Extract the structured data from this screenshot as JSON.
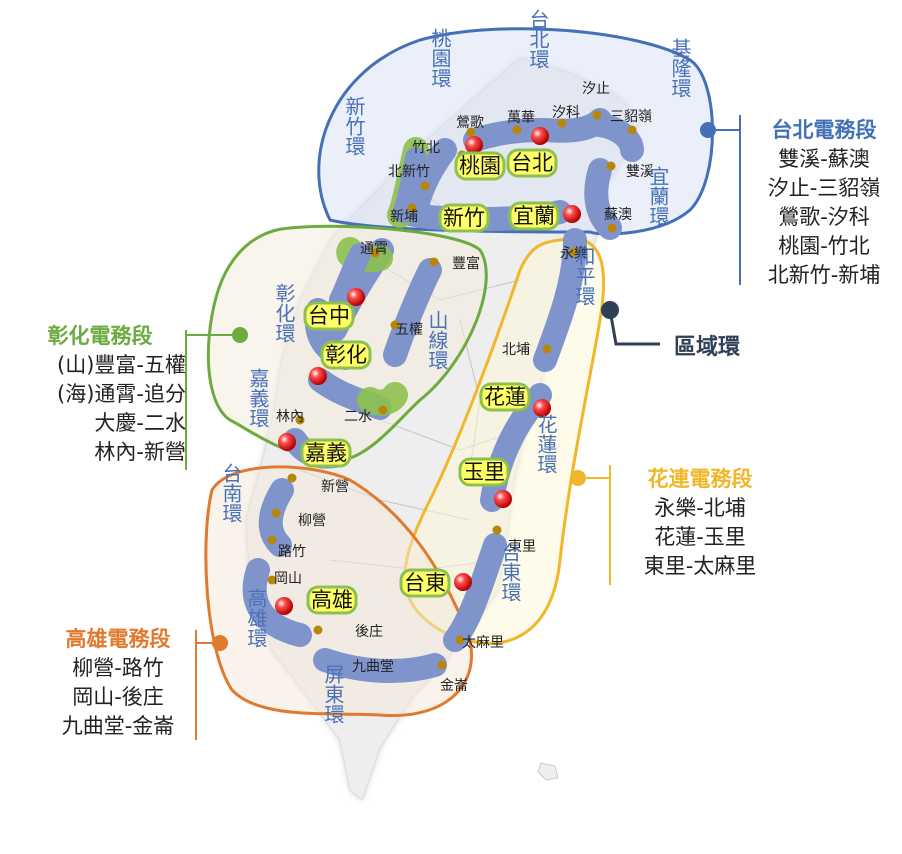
{
  "colors": {
    "taipei": "#4470b6",
    "changhua": "#6daa3f",
    "hualien": "#f0b72a",
    "kaohsiung": "#e07a2e",
    "ring": "#8094cc",
    "ring_green": "#8ec04f",
    "dot": "#b8860b",
    "station_pin": "#d8111c",
    "label_ring": "#4a72b8",
    "legend_pointer": "#2f3f55"
  },
  "legend_pointer_label": "區域環",
  "districts": {
    "taipei": {
      "title": "台北電務段",
      "lines": [
        "雙溪-蘇澳",
        "汐止-三貂嶺",
        "鶯歌-汐科",
        "桃園-竹北",
        "北新竹-新埔"
      ]
    },
    "changhua": {
      "title": "彰化電務段",
      "lines": [
        "(山)豐富-五權",
        "(海)通霄-追分",
        "大慶-二水",
        "林內-新營"
      ]
    },
    "hualien": {
      "title": "花連電務段",
      "lines": [
        "永樂-北埔",
        "花蓮-玉里",
        "東里-太麻里"
      ]
    },
    "kaohsiung": {
      "title": "高雄電務段",
      "lines": [
        "柳營-路竹",
        "岡山-後庄",
        "九曲堂-金崙"
      ]
    }
  },
  "rings": {
    "taipei": "台北環",
    "taoyuan": "桃園環",
    "hsinchu": "新竹環",
    "keelung": "基隆環",
    "yilan": "宜蘭環",
    "heping": "和平環",
    "changhua": "彰化環",
    "shanxian": "山線環",
    "chiayi": "嘉義環",
    "hualien": "花蓮環",
    "tainan": "台南環",
    "taitung": "台東環",
    "kaohsiung": "高雄環",
    "pingtung": "屏東環"
  },
  "hubs": {
    "taipei": "台北",
    "taoyuan": "桃園",
    "hsinchu": "新竹",
    "yilan": "宜蘭",
    "taichung": "台中",
    "changhua": "彰化",
    "chiayi": "嘉義",
    "hualien": "花蓮",
    "yuli": "玉里",
    "taitung": "台東",
    "kaohsiung": "高雄"
  },
  "stations": {
    "xizhi": "汐止",
    "yingge": "鶯歌",
    "wanhua": "萬華",
    "xike": "汐科",
    "sandiaoling": "三貂嶺",
    "zhubei": "竹北",
    "beixinzhu": "北新竹",
    "xinpu": "新埔",
    "shuangxi": "雙溪",
    "suao": "蘇澳",
    "yongle": "永樂",
    "tongxiao": "通霄",
    "fengfu": "豐富",
    "wuquan": "五權",
    "beipu": "北埔",
    "linnei": "林內",
    "ershui": "二水",
    "xinying": "新營",
    "liuying": "柳營",
    "luzhu": "路竹",
    "gangshan": "岡山",
    "houzhuang": "後庄",
    "jiuqutang": "九曲堂",
    "jinlun": "金崙",
    "dongli": "東里",
    "taimali": "太麻里"
  }
}
